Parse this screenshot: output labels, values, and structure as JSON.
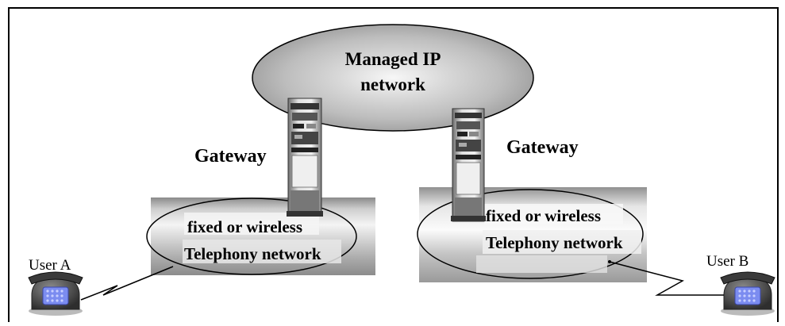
{
  "diagram": {
    "core_network": {
      "line1": "Managed IP",
      "line2": "network"
    },
    "gateway_left": {
      "label": "Gateway"
    },
    "gateway_right": {
      "label": "Gateway"
    },
    "network_left": {
      "line1": "fixed or  wireless",
      "line2": "Telephony network"
    },
    "network_right": {
      "line1": "fixed or  wireless",
      "line2": "Telephony network"
    },
    "user_a": {
      "label": "User A"
    },
    "user_b": {
      "label": "User B"
    }
  },
  "colors": {
    "frame": "#000000",
    "cloud_dark": "#7a7a7a",
    "cloud_light": "#f2f2f2",
    "gateway_body": "#d9d9d9",
    "phone_body": "#4a4a4a",
    "phone_keypad": "#6f7fe0"
  }
}
